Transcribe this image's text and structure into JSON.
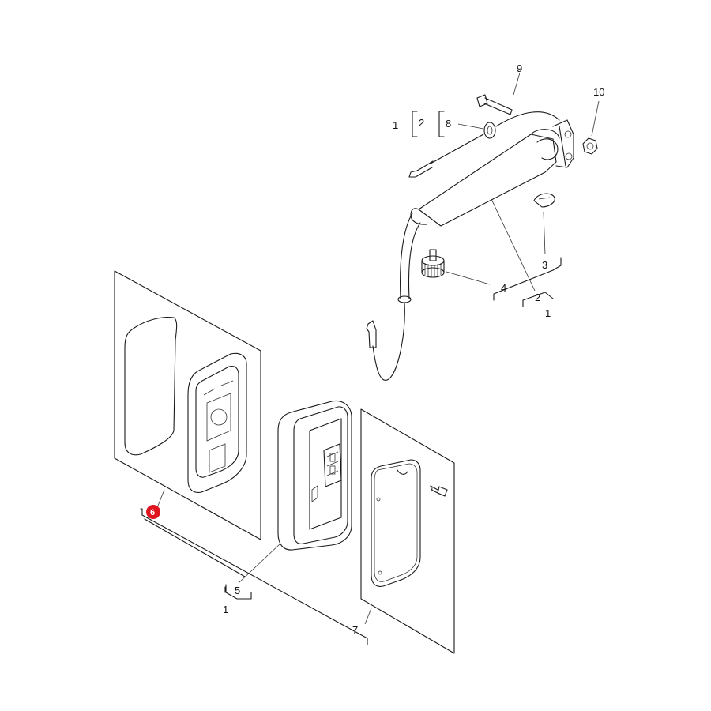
{
  "callouts": {
    "c1_top": "1",
    "c2_top": "2",
    "c8": "8",
    "c9": "9",
    "c10": "10",
    "c3": "3",
    "c4": "4",
    "c2_arm": "2",
    "c1_arm": "1",
    "c6": "6",
    "c5": "5",
    "c1_mirror": "1",
    "c7": "7"
  },
  "highlight_color": "#e0141e"
}
